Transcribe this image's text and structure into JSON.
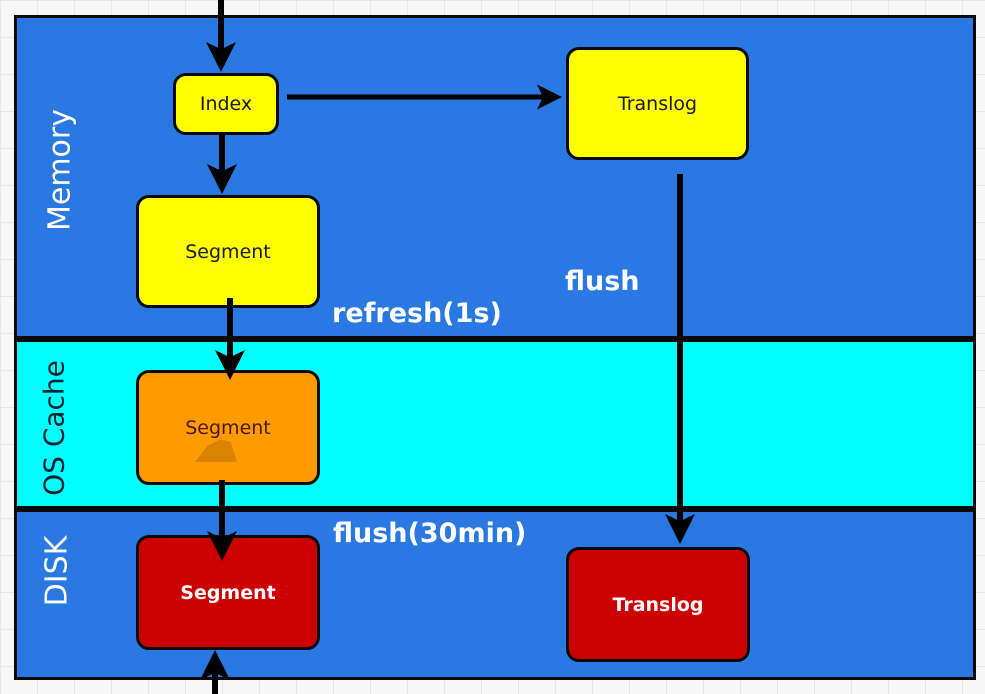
{
  "diagram": {
    "zones": {
      "memory": "Memory",
      "os_cache": "OS Cache",
      "disk": "DISK"
    },
    "nodes": {
      "index": "Index",
      "translog_memory": "Translog",
      "segment_memory": "Segment",
      "segment_cache": "Segment",
      "segment_disk": "Segment",
      "translog_disk": "Translog"
    },
    "annotations": {
      "refresh": "refresh(1s)",
      "flush": "flush",
      "flush_interval": "flush(30min)"
    },
    "colors": {
      "memory_zone": "#2a78e2",
      "cache_zone": "#00ffff",
      "disk_zone": "#2a78e2",
      "memory_node": "#ffff00",
      "cache_node": "#ff9a00",
      "disk_node": "#cc0000"
    },
    "edges": [
      {
        "from": "input",
        "to": "index"
      },
      {
        "from": "index",
        "to": "translog_memory"
      },
      {
        "from": "index",
        "to": "segment_memory"
      },
      {
        "from": "segment_memory",
        "to": "segment_cache",
        "label": "refresh(1s)"
      },
      {
        "from": "segment_cache",
        "to": "segment_disk",
        "label": "flush(30min)"
      },
      {
        "from": "translog_memory",
        "to": "translog_disk",
        "label": "flush"
      },
      {
        "from": "external",
        "to": "segment_disk"
      }
    ]
  }
}
